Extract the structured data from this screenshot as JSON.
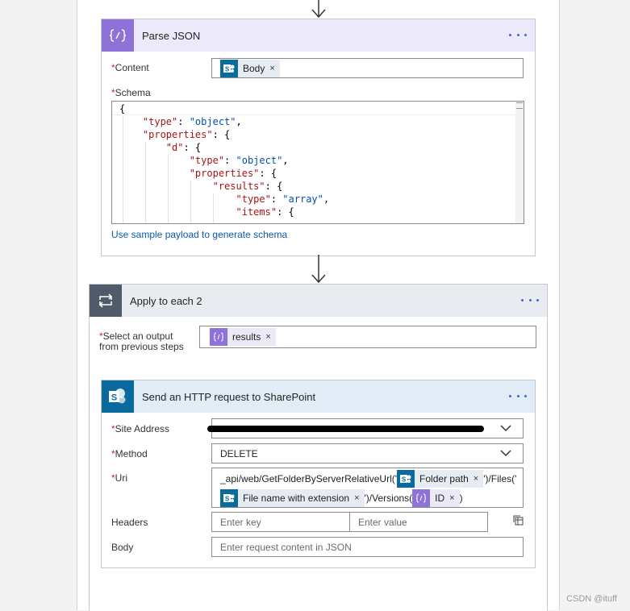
{
  "parse_json": {
    "title": "Parse JSON",
    "content_label": "Content",
    "content_token": "Body",
    "schema_label": "Schema",
    "schema_lines": [
      "{",
      "    \"type\": \"object\",",
      "    \"properties\": {",
      "        \"d\": {",
      "            \"type\": \"object\",",
      "            \"properties\": {",
      "                \"results\": {",
      "                    \"type\": \"array\",",
      "                    \"items\": {"
    ],
    "sample_link": "Use sample payload to generate schema"
  },
  "apply_each": {
    "title": "Apply to each 2",
    "select_label_line1": "Select an output",
    "select_label_line2": "from previous steps",
    "output_token": "results"
  },
  "http_sp": {
    "title": "Send an HTTP request to SharePoint",
    "site_label": "Site Address",
    "method_label": "Method",
    "method_value": "DELETE",
    "uri_label": "Uri",
    "uri_part1": "_api/web/GetFolderByServerRelativeUrl('",
    "uri_token1": "Folder path",
    "uri_part2": "')/Files('",
    "uri_token2": "File name with extension",
    "uri_part3": "')/Versions(",
    "uri_token3": "ID",
    "uri_part4": ")",
    "headers_label": "Headers",
    "key_placeholder": "Enter key",
    "value_placeholder": "Enter value",
    "body_label": "Body",
    "body_placeholder": "Enter request content in JSON"
  },
  "required_mark": "*",
  "token_close": "×",
  "watermark": "CSDN @ituff",
  "colors": {
    "parse_json_accent": "#8e72d8",
    "parse_json_header_bg": "#ece9fb",
    "control_accent": "#4f5a6a",
    "control_header_bg": "#e8ebef",
    "sharepoint_accent": "#096a9e",
    "sharepoint_header_bg": "#e1ecf7",
    "link": "#0a5ab1",
    "required": "#c4262e"
  },
  "icons": [
    "expression-icon",
    "loop-icon",
    "sharepoint-icon",
    "more-dots-icon",
    "chevron-down-icon",
    "table-switch-icon",
    "arrow-down-icon"
  ]
}
